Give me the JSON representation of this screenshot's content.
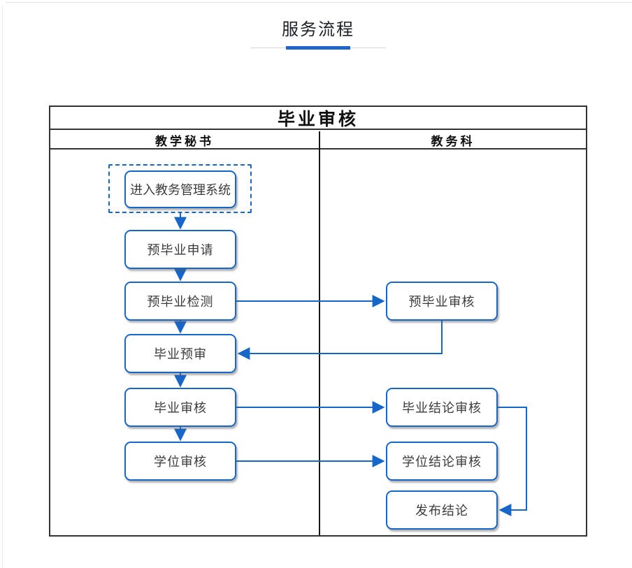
{
  "page": {
    "title": "服务流程"
  },
  "flowchart": {
    "title": "毕业审核",
    "lanes": [
      {
        "label": "教学秘书"
      },
      {
        "label": "教务科"
      }
    ],
    "nodes": [
      {
        "id": "enter-system",
        "lane": "教学秘书",
        "label": "进入教务管理系统"
      },
      {
        "id": "pre-graduation-apply",
        "lane": "教学秘书",
        "label": "预毕业申请"
      },
      {
        "id": "pre-graduation-check",
        "lane": "教学秘书",
        "label": "预毕业检测"
      },
      {
        "id": "graduation-pre-review",
        "lane": "教学秘书",
        "label": "毕业预审"
      },
      {
        "id": "graduation-review",
        "lane": "教学秘书",
        "label": "毕业审核"
      },
      {
        "id": "degree-review",
        "lane": "教学秘书",
        "label": "学位审核"
      },
      {
        "id": "pre-graduation-audit",
        "lane": "教务科",
        "label": "预毕业审核"
      },
      {
        "id": "graduation-conclusion-audit",
        "lane": "教务科",
        "label": "毕业结论审核"
      },
      {
        "id": "degree-conclusion-audit",
        "lane": "教务科",
        "label": "学位结论审核"
      },
      {
        "id": "publish-conclusion",
        "lane": "教务科",
        "label": "发布结论"
      }
    ],
    "edges": [
      {
        "from": "enter-system",
        "to": "pre-graduation-apply"
      },
      {
        "from": "pre-graduation-apply",
        "to": "pre-graduation-check"
      },
      {
        "from": "pre-graduation-check",
        "to": "pre-graduation-audit"
      },
      {
        "from": "pre-graduation-audit",
        "to": "graduation-pre-review"
      },
      {
        "from": "pre-graduation-check",
        "to": "graduation-pre-review"
      },
      {
        "from": "graduation-pre-review",
        "to": "graduation-review"
      },
      {
        "from": "graduation-review",
        "to": "graduation-conclusion-audit"
      },
      {
        "from": "graduation-review",
        "to": "degree-review"
      },
      {
        "from": "degree-review",
        "to": "degree-conclusion-audit"
      },
      {
        "from": "graduation-conclusion-audit",
        "to": "publish-conclusion"
      }
    ],
    "colors": {
      "node_border": "#1667c9",
      "arrow": "#1667c9",
      "frame_border": "#323232",
      "accent_underline": "#2065cc",
      "underline_rule": "#d9d9d9",
      "node_text": "#3b3b3b",
      "heading_text": "#101010"
    }
  }
}
